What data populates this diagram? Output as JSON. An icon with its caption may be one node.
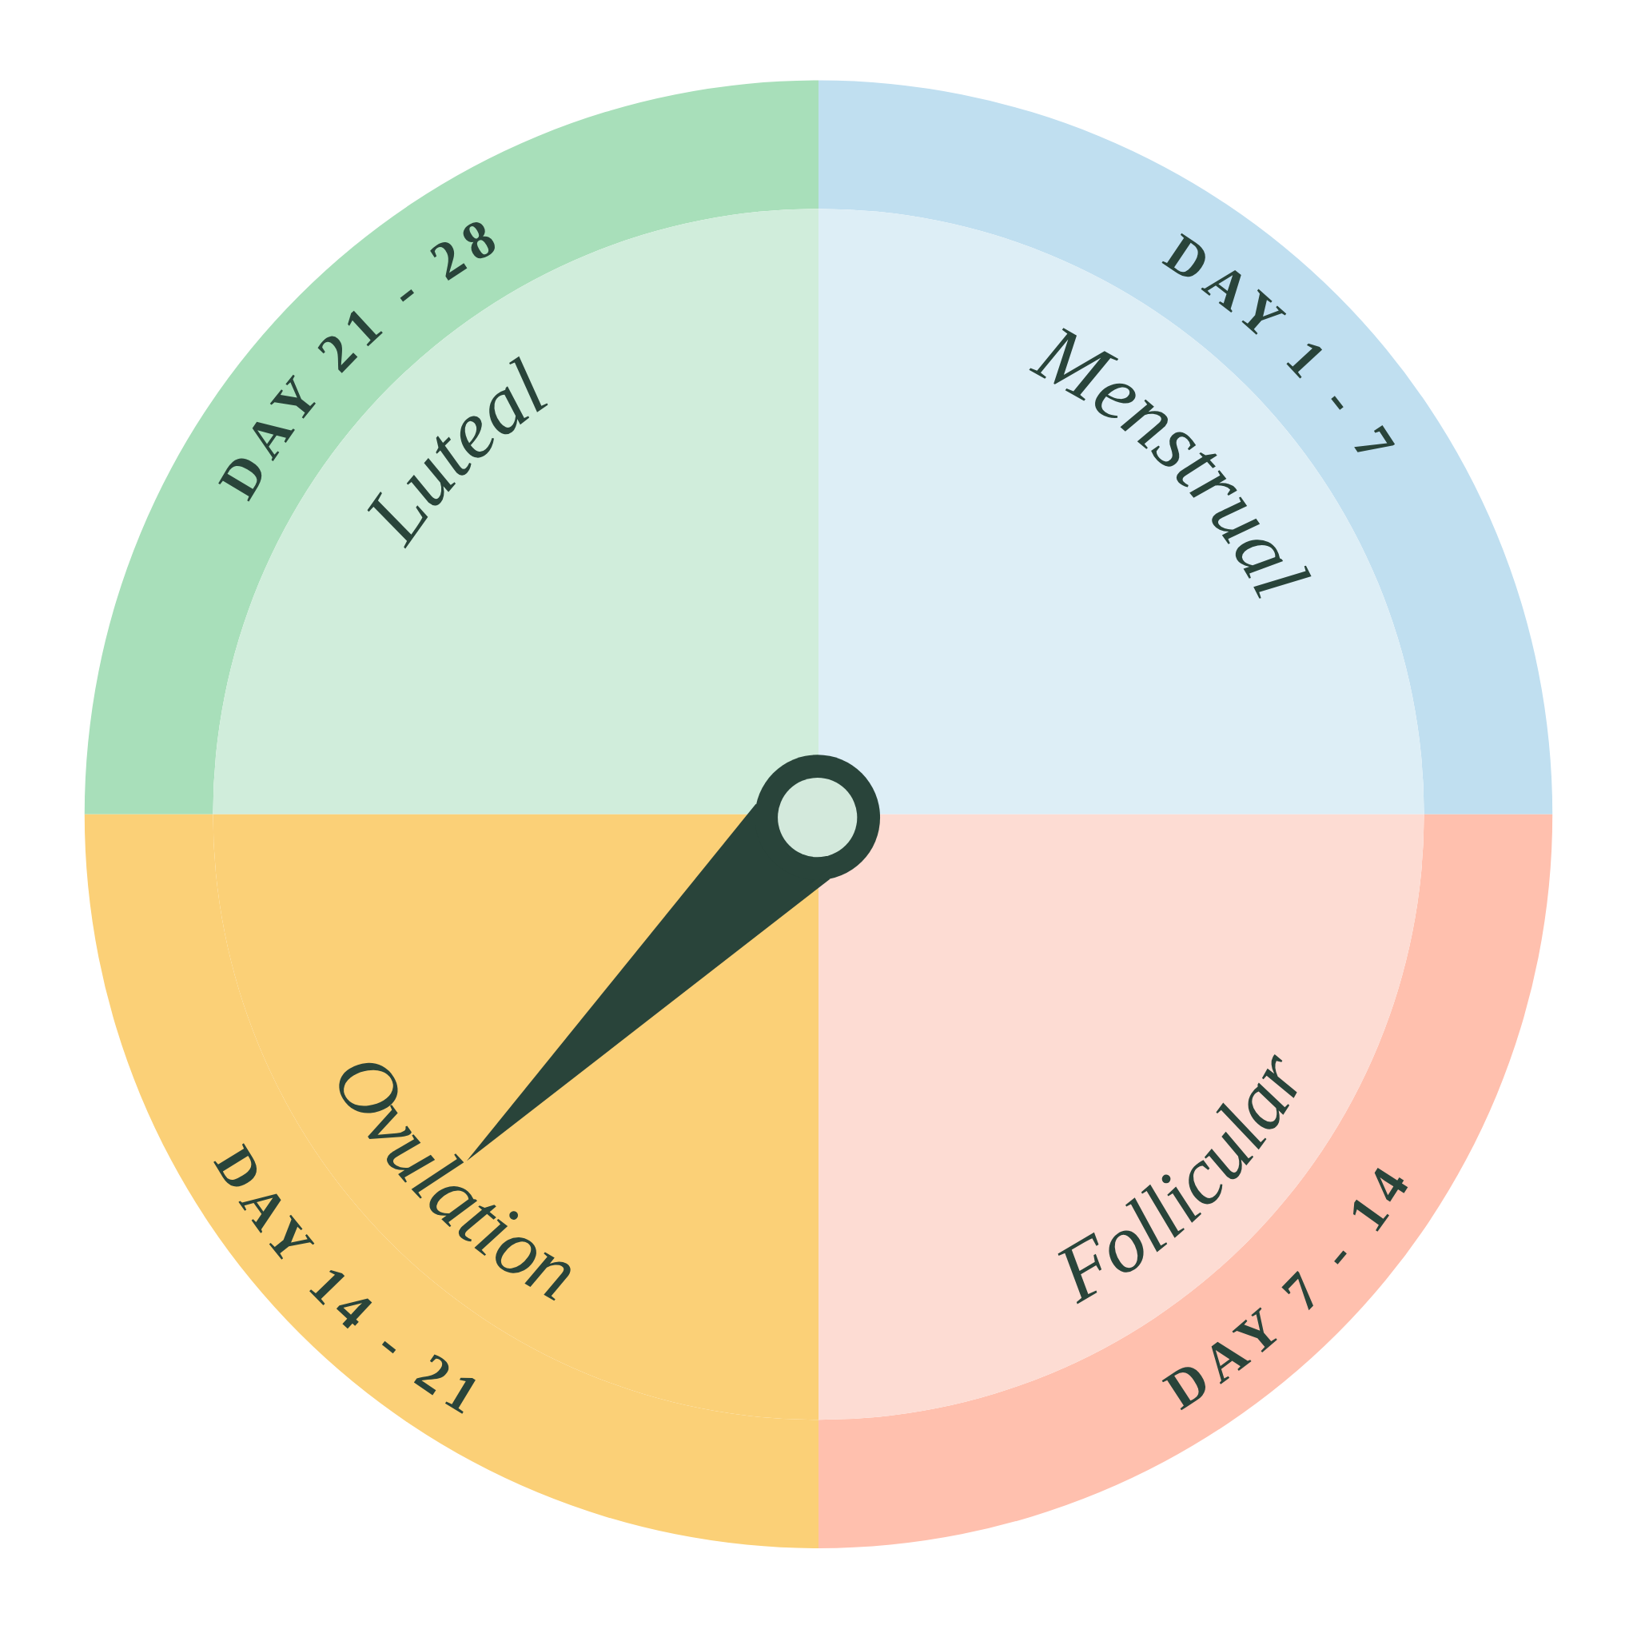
{
  "diagram": {
    "nodes": [
      {
        "text": [
          "Luteal",
          "DAY 21 - 28"
        ]
      },
      {
        "text": [
          "Menstrual",
          "DAY 1 - 7"
        ]
      },
      {
        "text": [
          "Ovulation",
          "DAY 14 - 21"
        ]
      },
      {
        "text": [
          "Follicular",
          "DAY 7 - 14"
        ]
      }
    ]
  }
}
